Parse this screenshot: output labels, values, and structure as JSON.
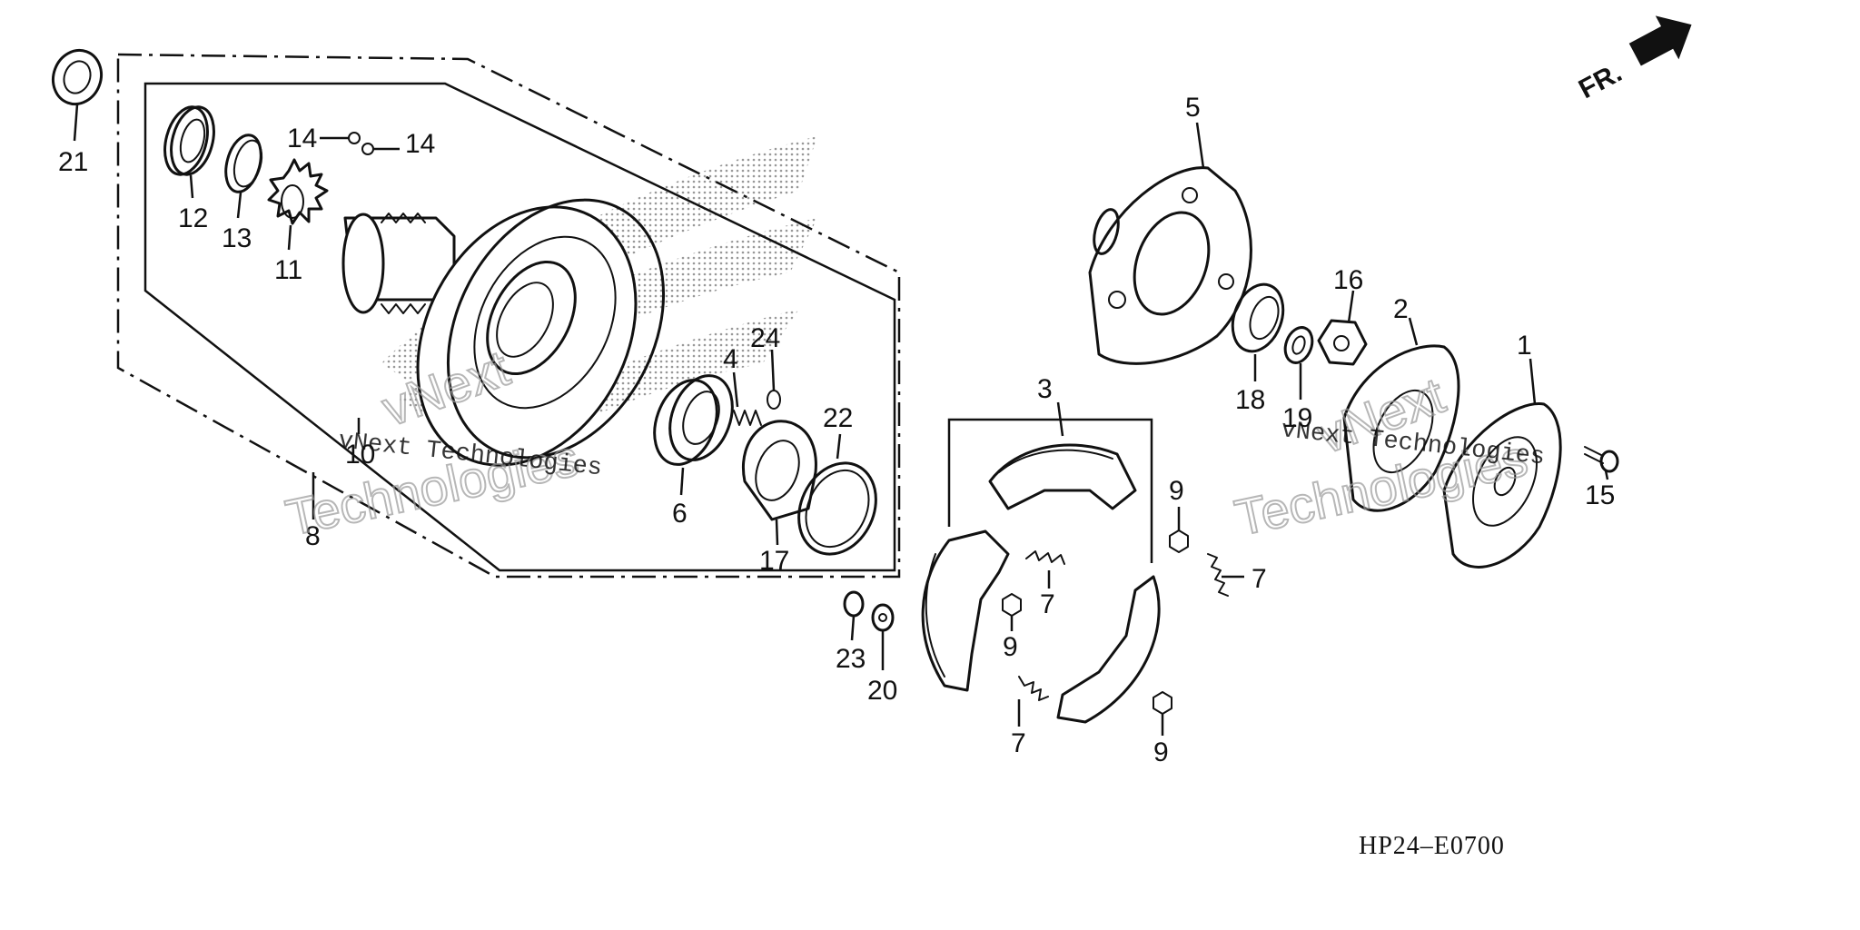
{
  "colors": {
    "line": "#111111",
    "background": "#ffffff",
    "watermark": "#999999"
  },
  "icons": {
    "front_arrow": "arrow-right-icon"
  },
  "orientation_label": "FR.",
  "diagram_code": "HP24–E0700",
  "watermarks": [
    {
      "line1": "vNext",
      "line2": "Technologies",
      "small": "vNext Technologies"
    },
    {
      "line1": "vNext",
      "line2": "Technologies",
      "small": "vNext Technologies"
    }
  ],
  "callouts": [
    {
      "id": "c21",
      "label": "21"
    },
    {
      "id": "c12",
      "label": "12"
    },
    {
      "id": "c13",
      "label": "13"
    },
    {
      "id": "c11",
      "label": "11"
    },
    {
      "id": "c14a",
      "label": "14"
    },
    {
      "id": "c14b",
      "label": "14"
    },
    {
      "id": "c10",
      "label": "10"
    },
    {
      "id": "c8",
      "label": "8"
    },
    {
      "id": "c4",
      "label": "4"
    },
    {
      "id": "c24",
      "label": "24"
    },
    {
      "id": "c22",
      "label": "22"
    },
    {
      "id": "c6",
      "label": "6"
    },
    {
      "id": "c17",
      "label": "17"
    },
    {
      "id": "c23",
      "label": "23"
    },
    {
      "id": "c20",
      "label": "20"
    },
    {
      "id": "c3",
      "label": "3"
    },
    {
      "id": "c7a",
      "label": "7"
    },
    {
      "id": "c7b",
      "label": "7"
    },
    {
      "id": "c7c",
      "label": "7"
    },
    {
      "id": "c9a",
      "label": "9"
    },
    {
      "id": "c9b",
      "label": "9"
    },
    {
      "id": "c9c",
      "label": "9"
    },
    {
      "id": "c5",
      "label": "5"
    },
    {
      "id": "c18",
      "label": "18"
    },
    {
      "id": "c19",
      "label": "19"
    },
    {
      "id": "c16",
      "label": "16"
    },
    {
      "id": "c2",
      "label": "2"
    },
    {
      "id": "c1",
      "label": "1"
    },
    {
      "id": "c15",
      "label": "15"
    }
  ]
}
